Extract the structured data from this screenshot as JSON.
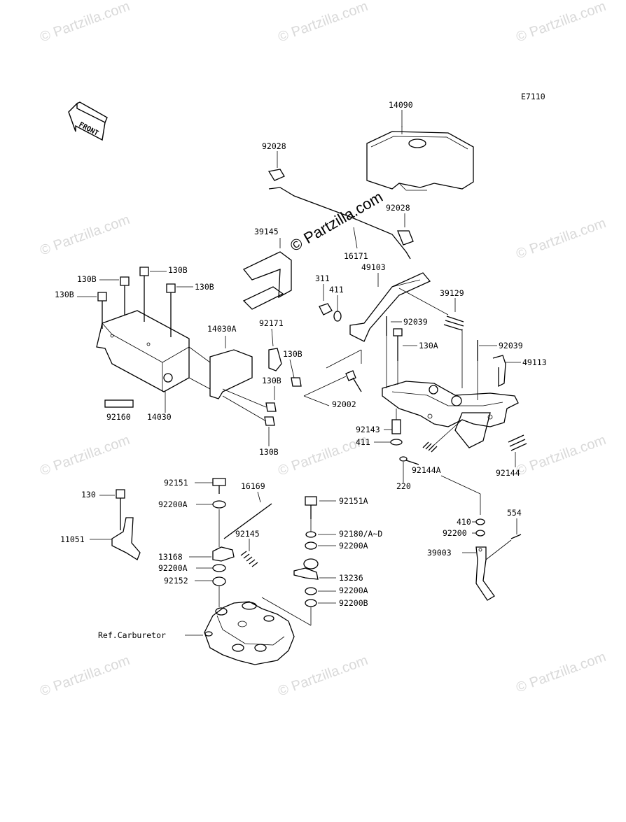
{
  "diagram": {
    "code": "E7110",
    "front_label": "FRONT",
    "labels": {
      "p14090": "14090",
      "p92028a": "92028",
      "p92028b": "92028",
      "p16171": "16171",
      "p39145": "39145",
      "p311": "311",
      "p411a": "411",
      "p49103": "49103",
      "p39129": "39129",
      "p92039a": "92039",
      "p130A": "130A",
      "p92039b": "92039",
      "p49113": "49113",
      "p130B_1": "130B",
      "p130B_2": "130B",
      "p130B_3": "130B",
      "p130B_4": "130B",
      "p130B_5": "130B",
      "p130B_6": "130B",
      "p130B_7": "130B",
      "p14030A": "14030A",
      "p92171": "92171",
      "p92160": "92160",
      "p14030": "14030",
      "p92002": "92002",
      "p92143": "92143",
      "p411b": "411",
      "p92144A": "92144A",
      "p92144": "92144",
      "p220": "220",
      "p92151": "92151",
      "p16169": "16169",
      "p92151A": "92151A",
      "p130": "130",
      "p92200A_1": "92200A",
      "p92145": "92145",
      "p92180": "92180/A~D",
      "p11051": "11051",
      "p92200A_2": "92200A",
      "p13168": "13168",
      "p92200A_3": "92200A",
      "p92152": "92152",
      "p13236": "13236",
      "p92200A_4": "92200A",
      "p92200B": "92200B",
      "p410": "410",
      "p554": "554",
      "p92200": "92200",
      "p39003": "39003",
      "ref_carb": "Ref.Carburetor"
    }
  },
  "watermark": {
    "text": "© Partzilla.com",
    "center_text": "© Partzilla.com"
  }
}
